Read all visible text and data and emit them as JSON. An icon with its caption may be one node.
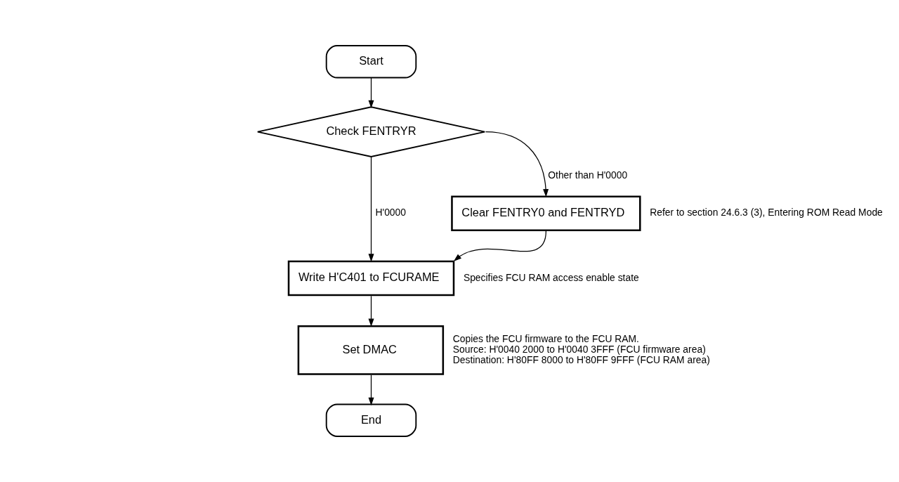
{
  "diagram": {
    "nodes": [
      {
        "text": [
          "Start"
        ]
      },
      {
        "text": [
          "Check FENTRYR"
        ]
      },
      {
        "text": [
          "Clear FENTRY0 and FENTRYD"
        ],
        "beside": [
          "Refer to section 24.6.3 (3), Entering ROM Read Mode"
        ]
      },
      {
        "text": [
          "Write H'C401 to FCURAME"
        ],
        "beside": [
          "Specifies FCU RAM access enable state"
        ]
      },
      {
        "text": [
          "Set DMAC"
        ],
        "beside": [
          "Copies the FCU firmware to the FCU RAM.",
          "Source: H'0040 2000 to H'0040 3FFF (FCU firmware area)",
          "Destination: H'80FF 8000 to H'80FF 9FFF (FCU RAM area)"
        ]
      },
      {
        "text": [
          "End"
        ]
      }
    ],
    "edges": [
      {
        "from": 0,
        "to": 1,
        "arrow": "to"
      },
      {
        "from": 1,
        "to": 2,
        "arrow": "to",
        "label": "Other than H'0000"
      },
      {
        "from": 1,
        "to": 3,
        "arrow": "to",
        "label": "H'0000"
      },
      {
        "from": 2,
        "to": 3,
        "arrow": "to"
      },
      {
        "from": 3,
        "to": 4,
        "arrow": "to"
      },
      {
        "from": 4,
        "to": 5,
        "arrow": "to"
      }
    ]
  }
}
